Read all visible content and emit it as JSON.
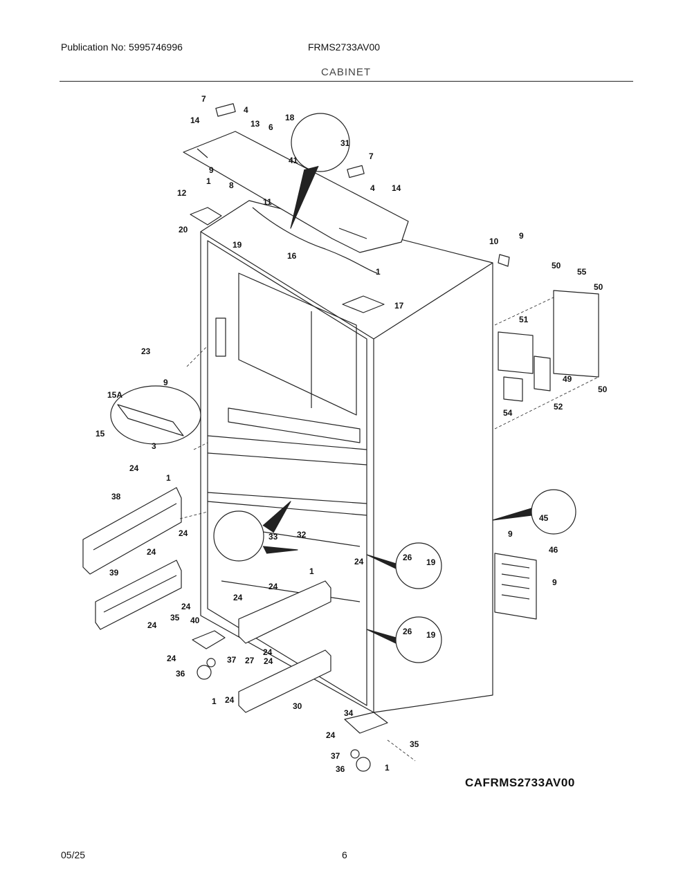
{
  "header": {
    "publication": "Publication No: 5995746996",
    "model": "FRMS2733AV00",
    "section": "CABINET"
  },
  "diagram": {
    "code": "CAFRMS2733AV00",
    "callouts": [
      {
        "label": "7"
      },
      {
        "label": "4"
      },
      {
        "label": "14"
      },
      {
        "label": "13"
      },
      {
        "label": "6"
      },
      {
        "label": "18"
      },
      {
        "label": "31"
      },
      {
        "label": "7"
      },
      {
        "label": "41"
      },
      {
        "label": "9"
      },
      {
        "label": "1"
      },
      {
        "label": "8"
      },
      {
        "label": "4"
      },
      {
        "label": "14"
      },
      {
        "label": "12"
      },
      {
        "label": "11"
      },
      {
        "label": "20"
      },
      {
        "label": "19"
      },
      {
        "label": "16"
      },
      {
        "label": "10"
      },
      {
        "label": "9"
      },
      {
        "label": "1"
      },
      {
        "label": "17"
      },
      {
        "label": "50"
      },
      {
        "label": "55"
      },
      {
        "label": "50"
      },
      {
        "label": "51"
      },
      {
        "label": "23"
      },
      {
        "label": "9"
      },
      {
        "label": "49"
      },
      {
        "label": "50"
      },
      {
        "label": "52"
      },
      {
        "label": "54"
      },
      {
        "label": "15A"
      },
      {
        "label": "15"
      },
      {
        "label": "3"
      },
      {
        "label": "24"
      },
      {
        "label": "1"
      },
      {
        "label": "38"
      },
      {
        "label": "24"
      },
      {
        "label": "24"
      },
      {
        "label": "45"
      },
      {
        "label": "33"
      },
      {
        "label": "32"
      },
      {
        "label": "24"
      },
      {
        "label": "1"
      },
      {
        "label": "26"
      },
      {
        "label": "19"
      },
      {
        "label": "9"
      },
      {
        "label": "46"
      },
      {
        "label": "9"
      },
      {
        "label": "39"
      },
      {
        "label": "24"
      },
      {
        "label": "24"
      },
      {
        "label": "24"
      },
      {
        "label": "24"
      },
      {
        "label": "24"
      },
      {
        "label": "35"
      },
      {
        "label": "40"
      },
      {
        "label": "26"
      },
      {
        "label": "19"
      },
      {
        "label": "24"
      },
      {
        "label": "37"
      },
      {
        "label": "27"
      },
      {
        "label": "24"
      },
      {
        "label": "36"
      },
      {
        "label": "1"
      },
      {
        "label": "24"
      },
      {
        "label": "30"
      },
      {
        "label": "34"
      },
      {
        "label": "24"
      },
      {
        "label": "35"
      },
      {
        "label": "37"
      },
      {
        "label": "1"
      },
      {
        "label": "36"
      }
    ]
  },
  "footer": {
    "date": "05/25",
    "page": "6"
  }
}
